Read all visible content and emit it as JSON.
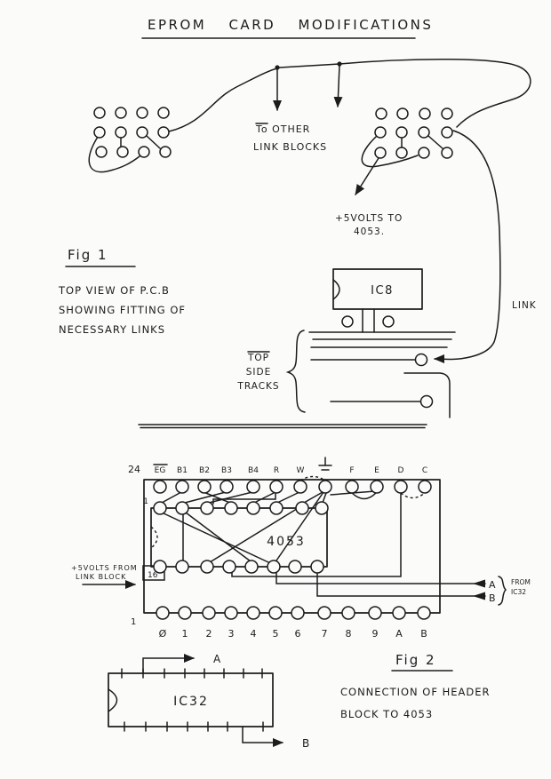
{
  "colors": {
    "ink": "#1c1c1c",
    "paper": "#fbfbfa"
  },
  "title": {
    "text": "EPROM CARD MODIFICATIONS"
  },
  "fig1": {
    "label": "Fig 1",
    "caption": [
      "TOP VIEW OF P.C.B",
      "SHOWING FITTING OF",
      "NECESSARY LINKS"
    ],
    "to_other": [
      "To OTHER",
      "LINK BLOCKS"
    ],
    "volts_to": [
      "+5VOLTS TO",
      "4053."
    ],
    "ic8": "IC8",
    "tracks": [
      "TOP",
      "SIDE",
      "TRACKS"
    ],
    "link": "LINK"
  },
  "fig2": {
    "label": "Fig 2",
    "caption": [
      "CONNECTION OF HEADER",
      "BLOCK TO 4053"
    ],
    "chip": "4053",
    "ic32": "IC32",
    "pin24": "24",
    "pin16": "16",
    "pin1_chip": "1",
    "pin1_row": "1",
    "volts_from": [
      "+5VOLTS FROM",
      "LINK BLOCK"
    ],
    "header_pins": [
      "EG",
      "B1",
      "B2",
      "B3",
      "B4",
      "R",
      "W",
      "⏚",
      "F",
      "E",
      "D",
      "C"
    ],
    "bottom_pins": [
      "Ø",
      "1",
      "2",
      "3",
      "4",
      "5",
      "6",
      "7",
      "8",
      "9",
      "A",
      "B"
    ],
    "sig_a": "A",
    "sig_b": "B",
    "from_ic32": [
      "FROM",
      "IC32"
    ],
    "ic32_a": "A",
    "ic32_b": "B"
  }
}
